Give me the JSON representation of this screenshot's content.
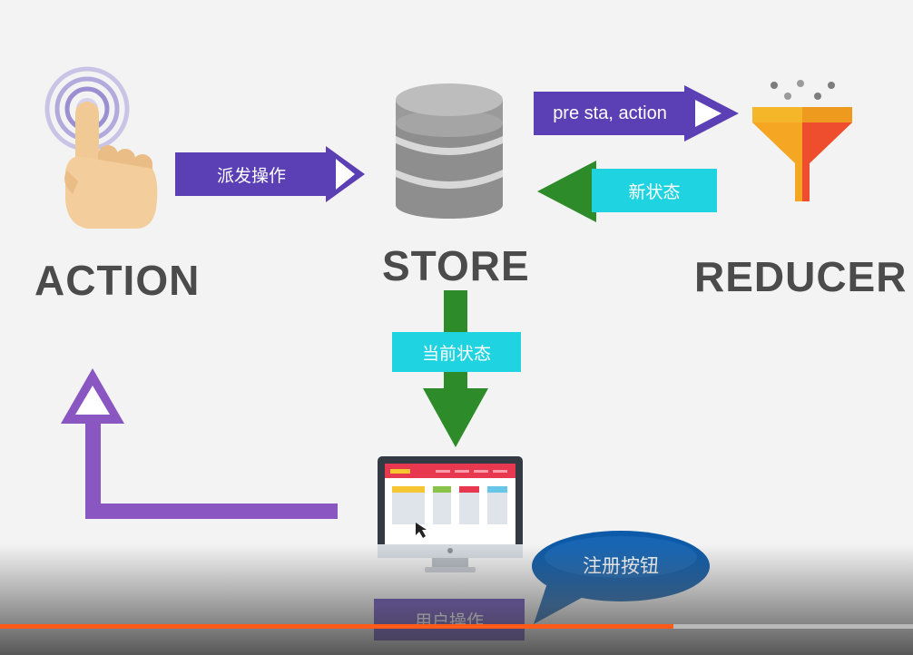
{
  "labels": {
    "action": "ACTION",
    "store": "STORE",
    "reducer": "REDUCER"
  },
  "arrows": {
    "dispatch": "派发操作",
    "to_reducer": "pre sta, action",
    "new_state": "新状态",
    "current_state": "当前状态",
    "user_op": "用户操作"
  },
  "bubble": {
    "text": "注册按钮"
  },
  "video": {
    "progress": 0.738
  },
  "colors": {
    "purple": "#5b3fb5",
    "cyan": "#1fd3e0",
    "green": "#2e8b2a",
    "bubble": "#0c5aa8",
    "progress": "#ff5a1a"
  },
  "icons": [
    "hand-tap-icon",
    "database-icon",
    "funnel-icon",
    "monitor-icon",
    "cursor-icon"
  ]
}
